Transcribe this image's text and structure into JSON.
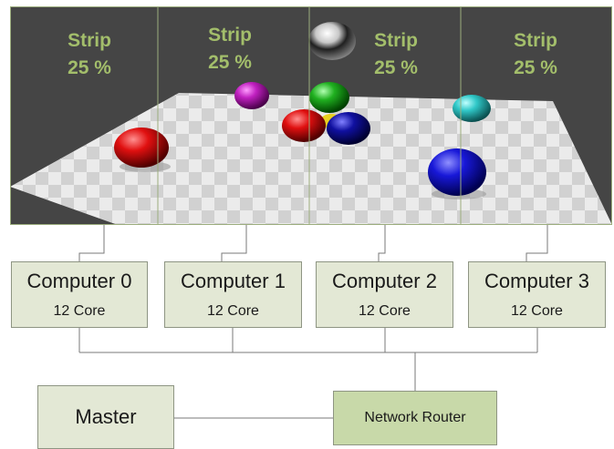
{
  "strips": [
    {
      "title": "Strip",
      "percent": "25 %"
    },
    {
      "title": "Strip",
      "percent": "25 %"
    },
    {
      "title": "Strip",
      "percent": "25 %"
    },
    {
      "title": "Strip",
      "percent": "25 %"
    }
  ],
  "computers": [
    {
      "name": "Computer 0",
      "cores": "12 Core"
    },
    {
      "name": "Computer 1",
      "cores": "12 Core"
    },
    {
      "name": "Computer 2",
      "cores": "12 Core"
    },
    {
      "name": "Computer 3",
      "cores": "12 Core"
    }
  ],
  "master": {
    "label": "Master"
  },
  "router": {
    "label": "Network Router"
  },
  "colors": {
    "background": "#454545",
    "strip_label": "#a3be6b",
    "computer_fill": "#e3e8d5",
    "router_fill": "#c8d9a9",
    "border": "#8e9583"
  },
  "spheres": [
    "red",
    "magenta",
    "green",
    "red",
    "navy",
    "blue",
    "cyan",
    "chrome"
  ]
}
